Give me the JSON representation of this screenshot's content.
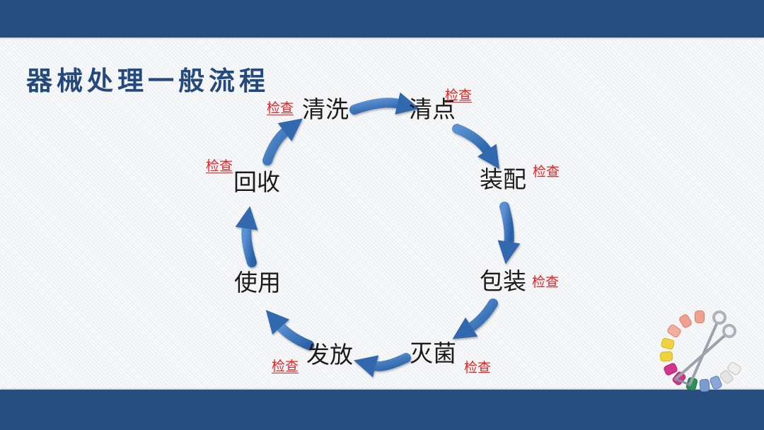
{
  "title": "器械处理一般流程",
  "cycle": {
    "check_label": "检查",
    "nodes": [
      {
        "label": "清洗"
      },
      {
        "label": "清点"
      },
      {
        "label": "装配"
      },
      {
        "label": "包装"
      },
      {
        "label": "灭菌"
      },
      {
        "label": "发放"
      },
      {
        "label": "使用"
      },
      {
        "label": "回收"
      }
    ]
  },
  "colors": {
    "top_bottom_bar": "#264d7e",
    "title_text": "#24497c",
    "arrow_blue": "#3470b8",
    "check_red": "#e52222",
    "node_text": "#1b1b1b",
    "background": "#f7f8f9"
  },
  "footer_image": "surgical-instruments-photo"
}
